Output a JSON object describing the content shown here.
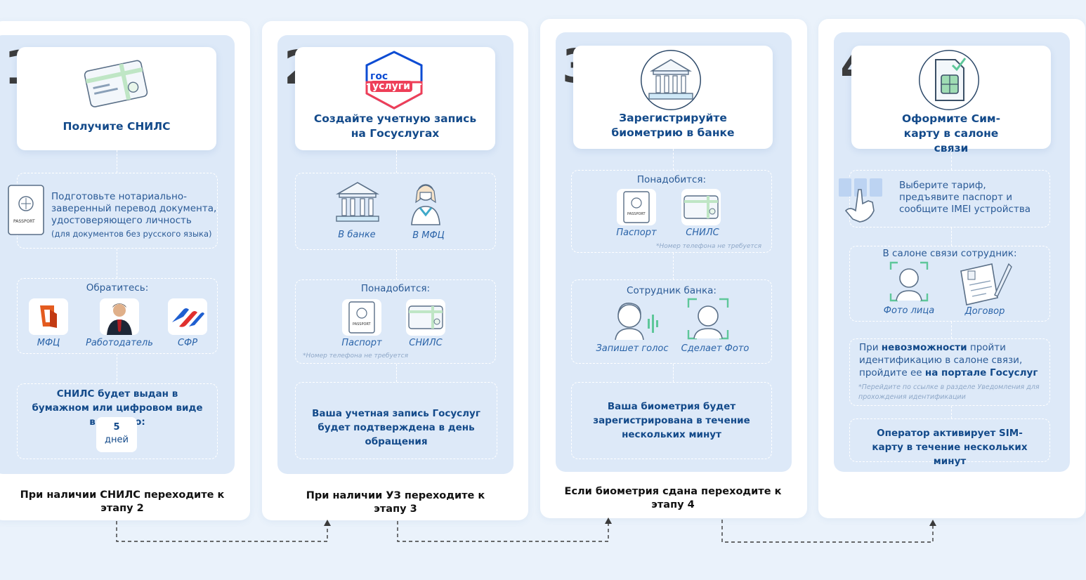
{
  "steps": [
    {
      "number": "1",
      "title": "Получите СНИЛС",
      "prep_text": "Подготовьте нотариально-заверенный перевод документа, удостоверяющего личность",
      "prep_note": "(для документов без русского языка)",
      "passport_label": "PASSPORT",
      "contact_title": "Обратитесь:",
      "contacts": [
        "МФЦ",
        "Работодатель",
        "СФР"
      ],
      "result_text": "СНИЛС будет выдан в бумажном или цифровом виде в срок до:",
      "days_value": "5",
      "days_unit": "дней",
      "footer": "При наличии СНИЛС переходите к этапу 2"
    },
    {
      "number": "2",
      "title": "Создайте учетную запись на Госуслугах",
      "logo_top": "гос",
      "logo_bottom": "услуги",
      "places": [
        "В банке",
        "В МФЦ"
      ],
      "need_title": "Понадобится:",
      "needs": [
        "Паспорт",
        "СНИЛС"
      ],
      "passport_label": "PASSPORT",
      "note": "*Номер телефона не требуется",
      "result_text": "Ваша учетная запись Госуслуг будет подтверждена в день обращения",
      "footer": "При наличии УЗ переходите к этапу 3"
    },
    {
      "number": "3",
      "title": "Зарегистрируйте биометрию в банке",
      "need_title": "Понадобится:",
      "needs": [
        "Паспорт",
        "СНИЛС"
      ],
      "passport_label": "PASSPORT",
      "note": "*Номер телефона не требуется",
      "staff_title": "Сотрудник банка:",
      "actions": [
        "Запишет голос",
        "Сделает Фото"
      ],
      "result_text": "Ваша биометрия будет зарегистрирована в течение нескольких минут",
      "footer": "Если биометрия сдана переходите к этапу 4"
    },
    {
      "number": "4",
      "title": "Оформите Сим-карту в салоне связи",
      "tariff_text": "Выберите тариф, предъявите паспорт и сообщите IMEI устройства",
      "staff_title": "В салоне связи сотрудник:",
      "actions": [
        "Фото лица",
        "Договор"
      ],
      "fallback_pre": "При ",
      "fallback_bold1": "невозможности",
      "fallback_mid": " пройти идентификацию в салоне связи, пройдите ее ",
      "fallback_bold2": "на портале Госуслуг",
      "fallback_note": "*Перейдите по ссылке в разделе Уведомления для прохождения идентификации",
      "result_text": "Оператор активирует SIM-карту в течение нескольких минут"
    }
  ],
  "colors": {
    "background": "#eaf2fb",
    "panel": "#dde9f8",
    "accent": "#134a8a",
    "gosuslugi_blue": "#0d4cd3",
    "gosuslugi_red": "#ee3f58",
    "sfr_blue": "#1f5fd0",
    "sfr_red": "#e0302e",
    "mfc_orange": "#e35b1f"
  }
}
